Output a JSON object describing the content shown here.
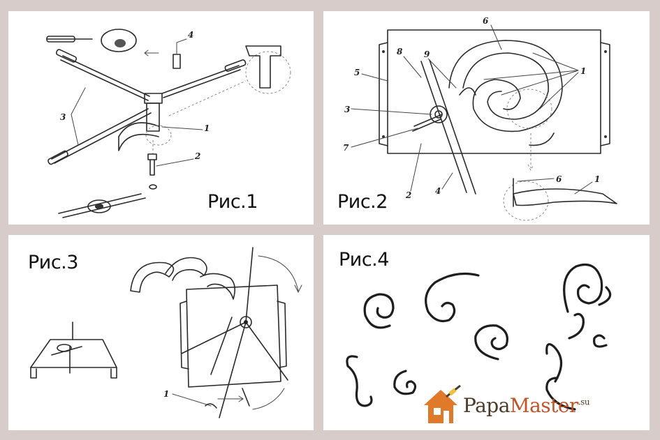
{
  "figures": {
    "fig1": {
      "label": "Рис.1",
      "callouts": [
        "4",
        "3",
        "1",
        "2"
      ]
    },
    "fig2": {
      "label": "Рис.2",
      "callouts": [
        "6",
        "8",
        "9",
        "1",
        "5",
        "3",
        "7",
        "2",
        "4",
        "6",
        "1"
      ]
    },
    "fig3": {
      "label": "Рис.3",
      "callouts": [
        "1"
      ]
    },
    "fig4": {
      "label": "Рис.4"
    }
  },
  "watermark": {
    "part1": "Papa",
    "part2": "Master",
    "tld": ".su",
    "colors": {
      "primary": "#4a3a2a",
      "accent": "#c0532a",
      "house": "#e07a2a"
    }
  }
}
